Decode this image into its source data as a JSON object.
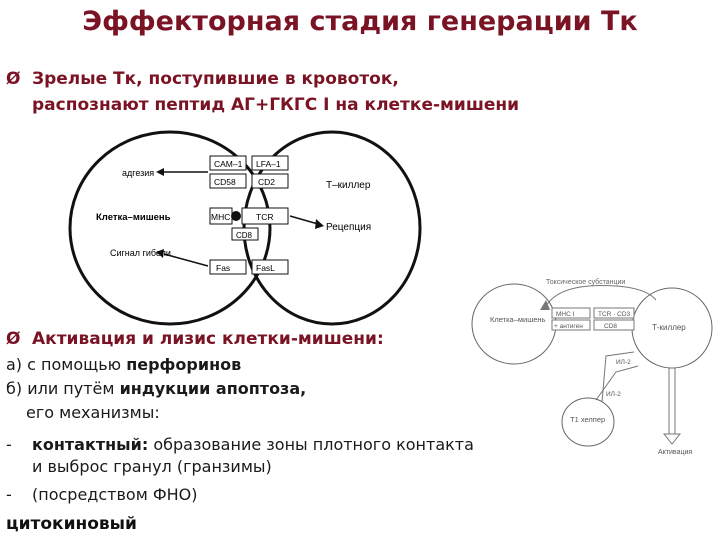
{
  "slide": {
    "title": "Эффекторная стадия генерации Тк",
    "bullet1_line1": "Зрелые Тк, поступившие в кровоток,",
    "bullet1_line2": "распознают пептид АГ+ГКГС I на клетке-мишени",
    "bullet2": "Активация и лизис клетки-мишени:",
    "line_a_prefix": "а) с помощью ",
    "line_a_bold": "перфоринов",
    "line_b_prefix": "б) или путём ",
    "line_b_bold": "индукции апоптоза,",
    "line_b_cont": "его механизмы:",
    "contact_bold": "контактный:",
    "contact_text": " образование зоны плотного контакта",
    "contact_cont": "и выброс гранул (гранзимы)",
    "tnf_line": "(посредством ФНО)",
    "dash": "-",
    "last_word": "цитокиновый",
    "bullet_marker": "Ø"
  },
  "diagram1": {
    "left_cell": "Клетка–мишень",
    "right_cell": "Т–киллер",
    "adhesion": "адгезия",
    "kill_signal": "Сигнал гибели",
    "reception": "Рецепция",
    "cam1": "CAM–1",
    "lfa1": "LFA–1",
    "cd58": "CD58",
    "cd2": "CD2",
    "mhc": "MHC",
    "tcr": "TCR",
    "cd8": "CD8",
    "fas": "Fas",
    "fasl": "FasL"
  },
  "diagram2": {
    "top_label": "Токсическое субстанции",
    "target_cell": "Клетка–мишень",
    "killer": "Т-киллер",
    "helper": "Т1 хелпер",
    "mhc1": "MHC I",
    "antigen": "+ антиген",
    "tcr_cd3": "TCR · CD3",
    "cd8": "CD8",
    "il2_top": "ИЛ-2",
    "il2_bottom": "ИЛ-2",
    "activation": "Активация"
  }
}
